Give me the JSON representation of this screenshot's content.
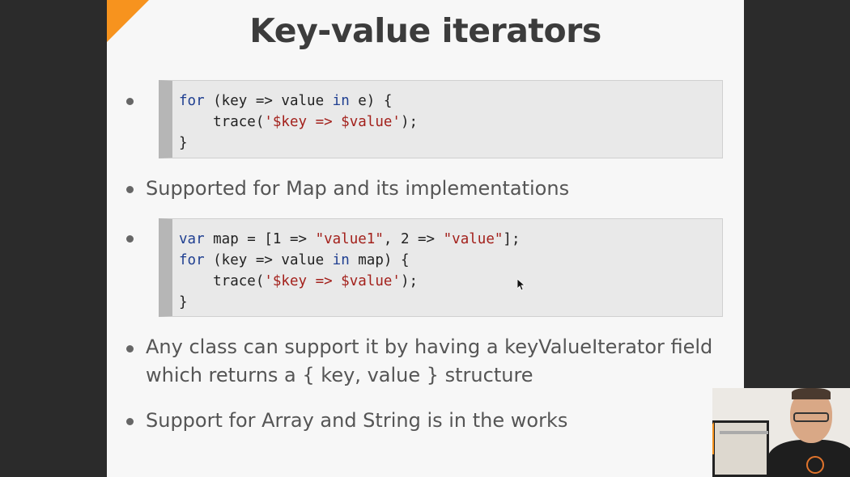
{
  "slide": {
    "title": "Key-value iterators",
    "accent_color": "#f7931e",
    "code_keyword_color": "#1f3f91",
    "code_string_color": "#a3211c",
    "code_block_1": {
      "line1": {
        "kw1": "for",
        "t1": " (key => value ",
        "kw2": "in",
        "t2": " e) {"
      },
      "line2": {
        "t1": "    trace(",
        "s1": "'$key => $value'",
        "t2": ");"
      },
      "line3": {
        "t1": "}"
      }
    },
    "bullet_1": "Supported for Map and its implementations",
    "code_block_2": {
      "line1": {
        "kw1": "var",
        "t1": " map = [1 => ",
        "s1": "\"value1\"",
        "t2": ", 2 => ",
        "s2": "\"value\"",
        "t3": "];"
      },
      "line2": {
        "kw1": "for",
        "t1": " (key => value ",
        "kw2": "in",
        "t2": " map) {"
      },
      "line3": {
        "t1": "    trace(",
        "s1": "'$key => $value'",
        "t2": ");"
      },
      "line4": {
        "t1": "}"
      }
    },
    "bullet_2_line1": "Any class can support it by having a keyValueIterator field",
    "bullet_2_line2": "which returns a { key, value } structure",
    "bullet_3": "Support for Array and String is in the works"
  },
  "icons": {
    "cursor": "mouse-pointer-icon"
  }
}
